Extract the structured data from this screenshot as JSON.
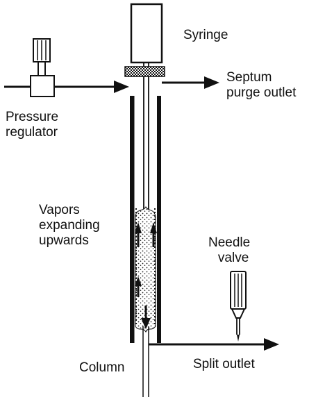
{
  "labels": {
    "syringe": "Syringe",
    "septum_purge": [
      "Septum",
      "purge outlet"
    ],
    "pressure_regulator": [
      "Pressure",
      "regulator"
    ],
    "vapors": [
      "Vapors",
      "expanding",
      "upwards"
    ],
    "needle_valve": [
      "Needle",
      "valve"
    ],
    "column": "Column",
    "split_outlet": "Split outlet"
  },
  "colors": {
    "line": "#111111",
    "fill": "#ffffff"
  },
  "icons": [
    "syringe-icon",
    "septum-icon",
    "pressure-regulator-icon",
    "needle-valve-icon",
    "vapor-cloud-icon"
  ]
}
